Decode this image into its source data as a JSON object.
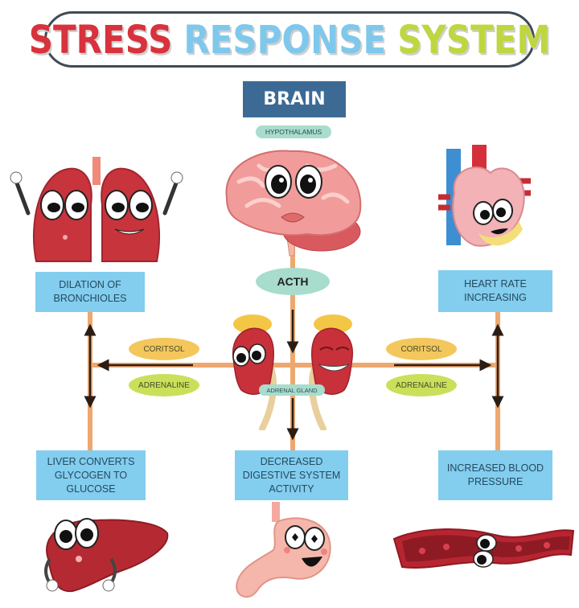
{
  "title": {
    "words": [
      {
        "text": "STRESS",
        "color": "#d8323c"
      },
      {
        "text": "RESPONSE",
        "color": "#7fc8ec"
      },
      {
        "text": "SYSTEM",
        "color": "#bfd640"
      }
    ]
  },
  "brain": {
    "label": "BRAIN",
    "region_label": "HYPOTHALAMUS",
    "hormone": "ACTH"
  },
  "adrenal": {
    "label": "ADRENAL GLAND",
    "hormones_left": [
      "CORITSOL",
      "ADRENALINE"
    ],
    "hormones_right": [
      "CORITSOL",
      "ADRENALINE"
    ]
  },
  "effects": {
    "lungs": "DILATION OF BRONCHIOLES",
    "heart": "HEART RATE INCREASING",
    "liver": "LIVER CONVERTS GLYCOGEN TO GLUCOSE",
    "digestive": "DECREASED DIGESTIVE SYSTEM ACTIVITY",
    "blood": "INCREASED BLOOD PRESSURE"
  },
  "colors": {
    "box_fill": "#83cdef",
    "connector": "#eea86f",
    "cortisol_fill": "#f3c75b",
    "adrenaline_fill": "#c9e05a",
    "teal_pill": "#a8dccd",
    "brain_box": "#3c6a95"
  },
  "icons": [
    "lungs-icon",
    "brain-icon",
    "heart-icon",
    "kidneys-icon",
    "liver-icon",
    "stomach-icon",
    "blood-vessel-icon"
  ]
}
